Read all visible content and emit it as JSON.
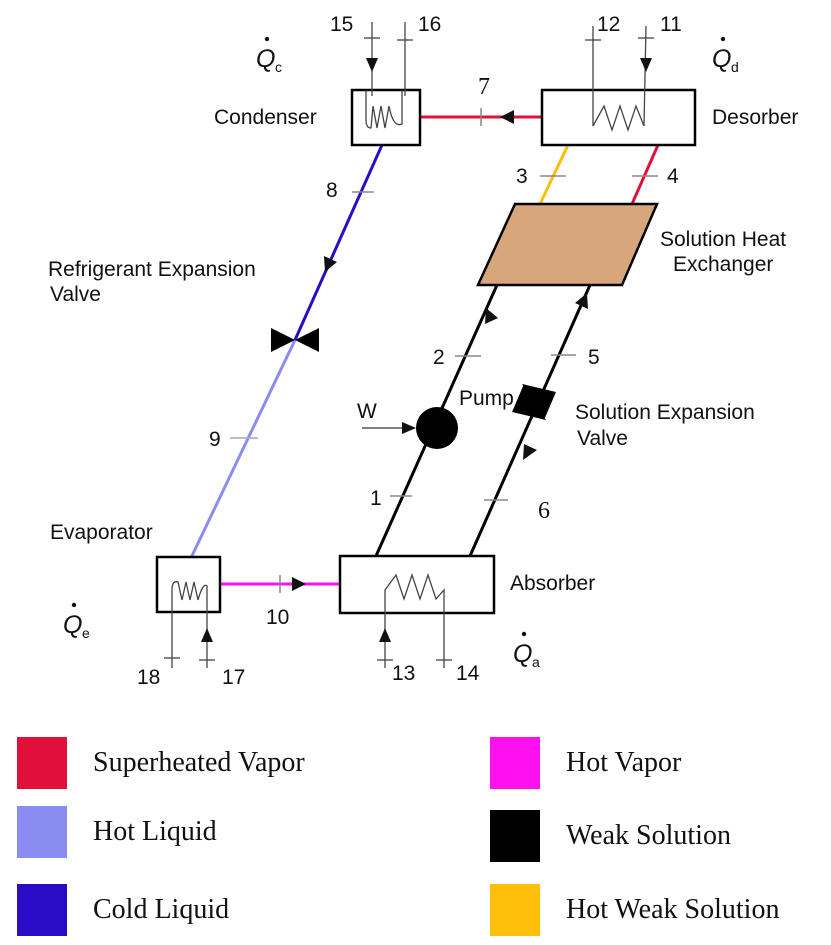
{
  "components": {
    "condenser": "Condenser",
    "desorber": "Desorber",
    "shx_line1": "Solution Heat",
    "shx_line2": "Exchanger",
    "ref_valve_line1": "Refrigerant Expansion",
    "ref_valve_line2": "Valve",
    "pump": "Pump",
    "sol_valve_line1": "Solution Expansion",
    "sol_valve_line2": "Valve",
    "work": "W",
    "evaporator": "Evaporator",
    "absorber": "Absorber"
  },
  "heat": {
    "q": "Q",
    "c": "c",
    "d": "d",
    "e": "e",
    "a": "a"
  },
  "states": {
    "s1": "1",
    "s2": "2",
    "s3": "3",
    "s4": "4",
    "s5": "5",
    "s6": "6",
    "s7": "7",
    "s8": "8",
    "s9": "9",
    "s10": "10",
    "s11": "11",
    "s12": "12",
    "s13": "13",
    "s14": "14",
    "s15": "15",
    "s16": "16",
    "s17": "17",
    "s18": "18"
  },
  "colors": {
    "superheated_vapor": "#e0103a",
    "hot_liquid": "#8a8cf2",
    "cold_liquid": "#2a0cc6",
    "hot_vapor": "#ff10ee",
    "weak_solution": "#000000",
    "hot_weak_solution": "#ffbe0a",
    "shx_fill": "#d7a67a"
  },
  "legend": [
    {
      "label": "Superheated Vapor",
      "color": "#e0103a"
    },
    {
      "label": "Hot Liquid",
      "color": "#8a8cf2"
    },
    {
      "label": "Cold Liquid",
      "color": "#2a0cc6"
    },
    {
      "label": "Hot Vapor",
      "color": "#ff10ee"
    },
    {
      "label": "Weak Solution",
      "color": "#000000"
    },
    {
      "label": "Hot Weak Solution",
      "color": "#ffbe0a"
    }
  ]
}
